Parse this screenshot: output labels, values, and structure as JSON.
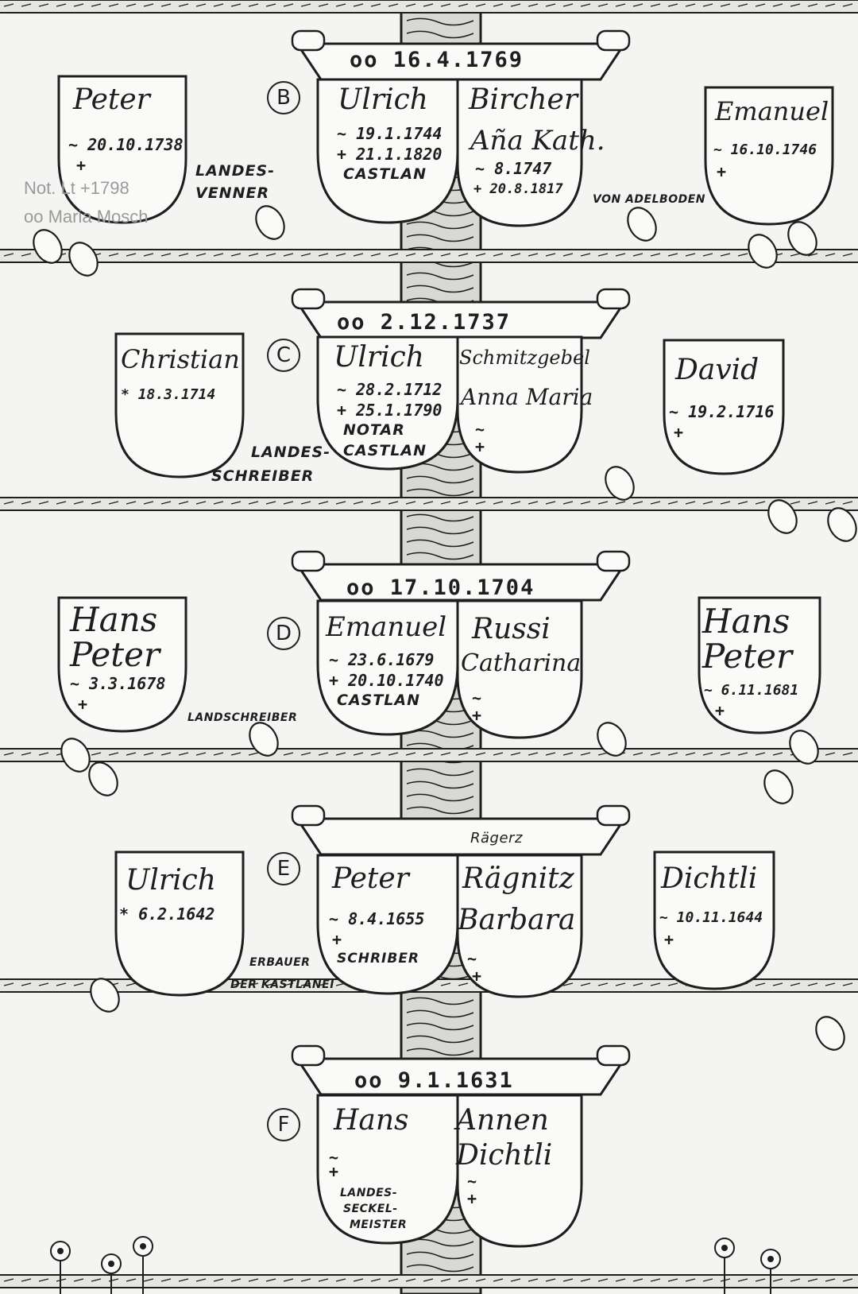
{
  "colors": {
    "ink": "#1e1e1e",
    "paper": "#f4f4f2",
    "note": "#9a9a9a"
  },
  "generations": [
    {
      "letter": "B",
      "marriage": "oo 16.4.1769",
      "husband": {
        "name": "Ulrich",
        "lines": [
          "~ 19.1.1744",
          "+ 21.1.1820",
          "CASTLAN"
        ]
      },
      "wife": {
        "name": "Bircher",
        "lines": [
          "Aña Kath.",
          "~ 8.1747",
          "+ 20.8.1817"
        ]
      },
      "left": {
        "name": "Peter",
        "lines": [
          "~ 20.10.1738",
          "+"
        ]
      },
      "right": {
        "name": "Emanuel",
        "lines": [
          "~ 16.10.1746",
          "+"
        ]
      },
      "left_role": [
        "LANDES-",
        "VENNER"
      ],
      "right_note": "VON ADELBODEN"
    },
    {
      "letter": "C",
      "marriage": "oo 2.12.1737",
      "husband": {
        "name": "Ulrich",
        "lines": [
          "~ 28.2.1712",
          "+ 25.1.1790",
          "NOTAR",
          "CASTLAN"
        ]
      },
      "wife": {
        "name": "Schmitzgebel",
        "lines": [
          "Anna Maria",
          "~",
          "+"
        ]
      },
      "left": {
        "name": "Christian",
        "lines": [
          "* 18.3.1714"
        ]
      },
      "right": {
        "name": "David",
        "lines": [
          "~ 19.2.1716",
          "+"
        ]
      },
      "left_role": [
        "LANDES-",
        "SCHREIBER"
      ]
    },
    {
      "letter": "D",
      "marriage": "oo 17.10.1704",
      "husband": {
        "name": "Emanuel",
        "lines": [
          "~ 23.6.1679",
          "+ 20.10.1740",
          "CASTLAN"
        ]
      },
      "wife": {
        "name": "Russi",
        "lines": [
          "Catharina",
          "~",
          "+"
        ]
      },
      "left": {
        "name": "Hans Peter",
        "lines": [
          "~ 3.3.1678",
          "+"
        ]
      },
      "right": {
        "name": "Hans Peter",
        "lines": [
          "~ 6.11.1681",
          "+"
        ]
      },
      "left_role": [
        "LANDSCHREIBER"
      ]
    },
    {
      "letter": "E",
      "marriage": "Rägerz",
      "husband": {
        "name": "Peter",
        "lines": [
          "~ 8.4.1655",
          "+",
          "SCHRIBER"
        ]
      },
      "wife": {
        "name": "Rägnitz",
        "lines": [
          "Barbara",
          "~",
          "+"
        ]
      },
      "left": {
        "name": "Ulrich",
        "lines": [
          "* 6.2.1642"
        ]
      },
      "right": {
        "name": "Dichtli",
        "lines": [
          "~ 10.11.1644",
          "+"
        ]
      },
      "left_role": [
        "ERBAUER",
        "DER KASTLANEI"
      ]
    },
    {
      "letter": "F",
      "marriage": "oo 9.1.1631",
      "husband": {
        "name": "Hans",
        "lines": [
          "~",
          "+",
          "LANDES-",
          "SECKEL-",
          "MEISTER"
        ]
      },
      "wife": {
        "name": "Annen Dichtli",
        "lines": [
          "~",
          "+"
        ]
      }
    }
  ],
  "overlay_note": [
    "Not. Lt +1798",
    "oo Maria Mosch"
  ]
}
